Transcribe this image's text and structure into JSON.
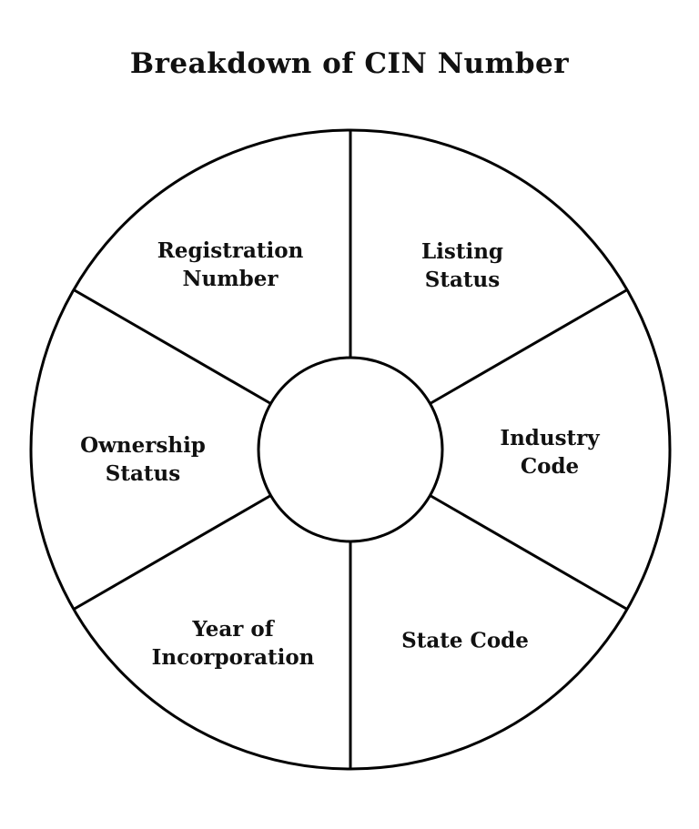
{
  "title": "Breakdown of CIN Number",
  "diagram": {
    "type": "donut",
    "segment_count": 6,
    "center": "empty",
    "segments": [
      {
        "id": "registration-number",
        "label": "Registration\nNumber",
        "position": "upper-left"
      },
      {
        "id": "listing-status",
        "label": "Listing\nStatus",
        "position": "upper-right"
      },
      {
        "id": "industry-code",
        "label": "Industry\nCode",
        "position": "right"
      },
      {
        "id": "state-code",
        "label": "State Code",
        "position": "lower-right"
      },
      {
        "id": "year-of-incorporation",
        "label": "Year of\nIncorporation",
        "position": "lower-left"
      },
      {
        "id": "ownership-status",
        "label": "Ownership\nStatus",
        "position": "left"
      }
    ]
  },
  "colors": {
    "background": "#ffffff",
    "stroke": "#000000",
    "text": "#111111"
  }
}
